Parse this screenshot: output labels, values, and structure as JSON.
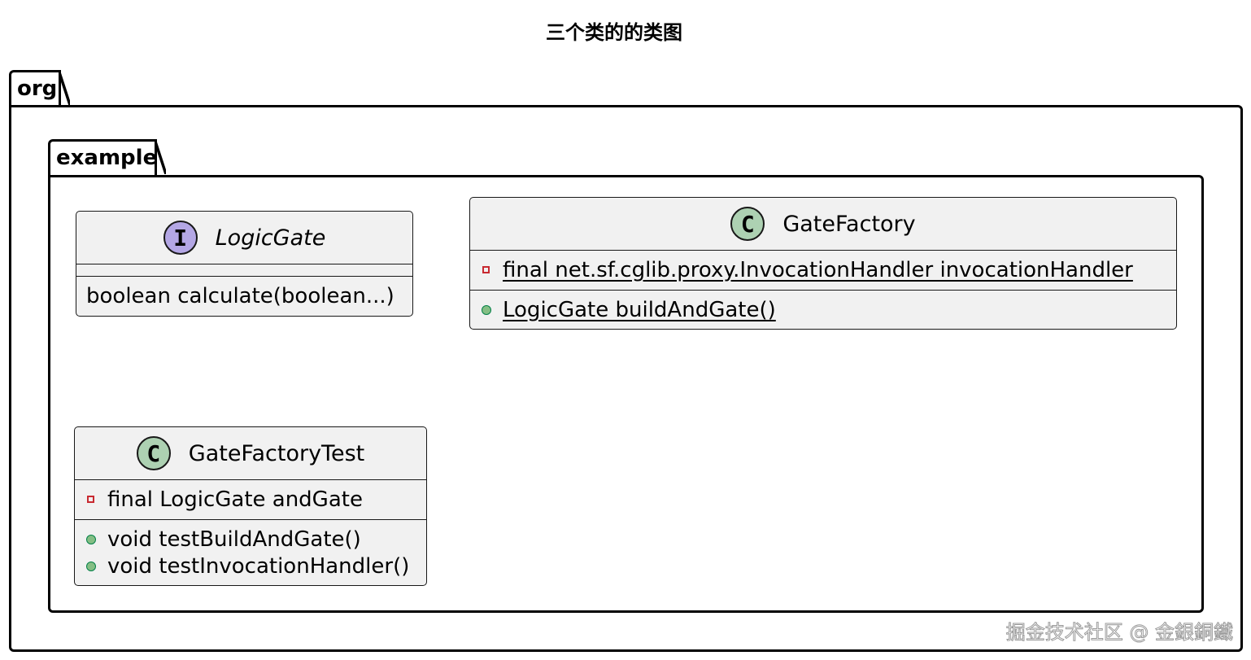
{
  "title": "三个类的的类图",
  "packages": {
    "outer": {
      "name": "org"
    },
    "inner": {
      "name": "example"
    }
  },
  "classes": {
    "logic_gate": {
      "kind": "interface",
      "badge": "I",
      "name": "LogicGate",
      "fields": [],
      "methods": [
        {
          "visibility": "",
          "static": false,
          "text": "boolean calculate(boolean...)"
        }
      ]
    },
    "gate_factory": {
      "kind": "class",
      "badge": "C",
      "name": "GateFactory",
      "fields": [
        {
          "visibility": "private",
          "static": true,
          "text": "final net.sf.cglib.proxy.InvocationHandler invocationHandler"
        }
      ],
      "methods": [
        {
          "visibility": "public",
          "static": true,
          "text": "LogicGate buildAndGate()"
        }
      ]
    },
    "gate_factory_test": {
      "kind": "class",
      "badge": "C",
      "name": "GateFactoryTest",
      "fields": [
        {
          "visibility": "private",
          "static": false,
          "text": "final LogicGate andGate"
        }
      ],
      "methods": [
        {
          "visibility": "public",
          "static": false,
          "text": "void testBuildAndGate()"
        },
        {
          "visibility": "public",
          "static": false,
          "text": "void testInvocationHandler()"
        }
      ]
    }
  },
  "colors": {
    "class_fill": "#f1f1f1",
    "class_badge": "#add1b2",
    "interface_badge": "#b4a7e5",
    "private_marker": "#c82930",
    "public_marker": "#84be84"
  },
  "watermark": "掘金技术社区 @ 金銀銅鐵"
}
